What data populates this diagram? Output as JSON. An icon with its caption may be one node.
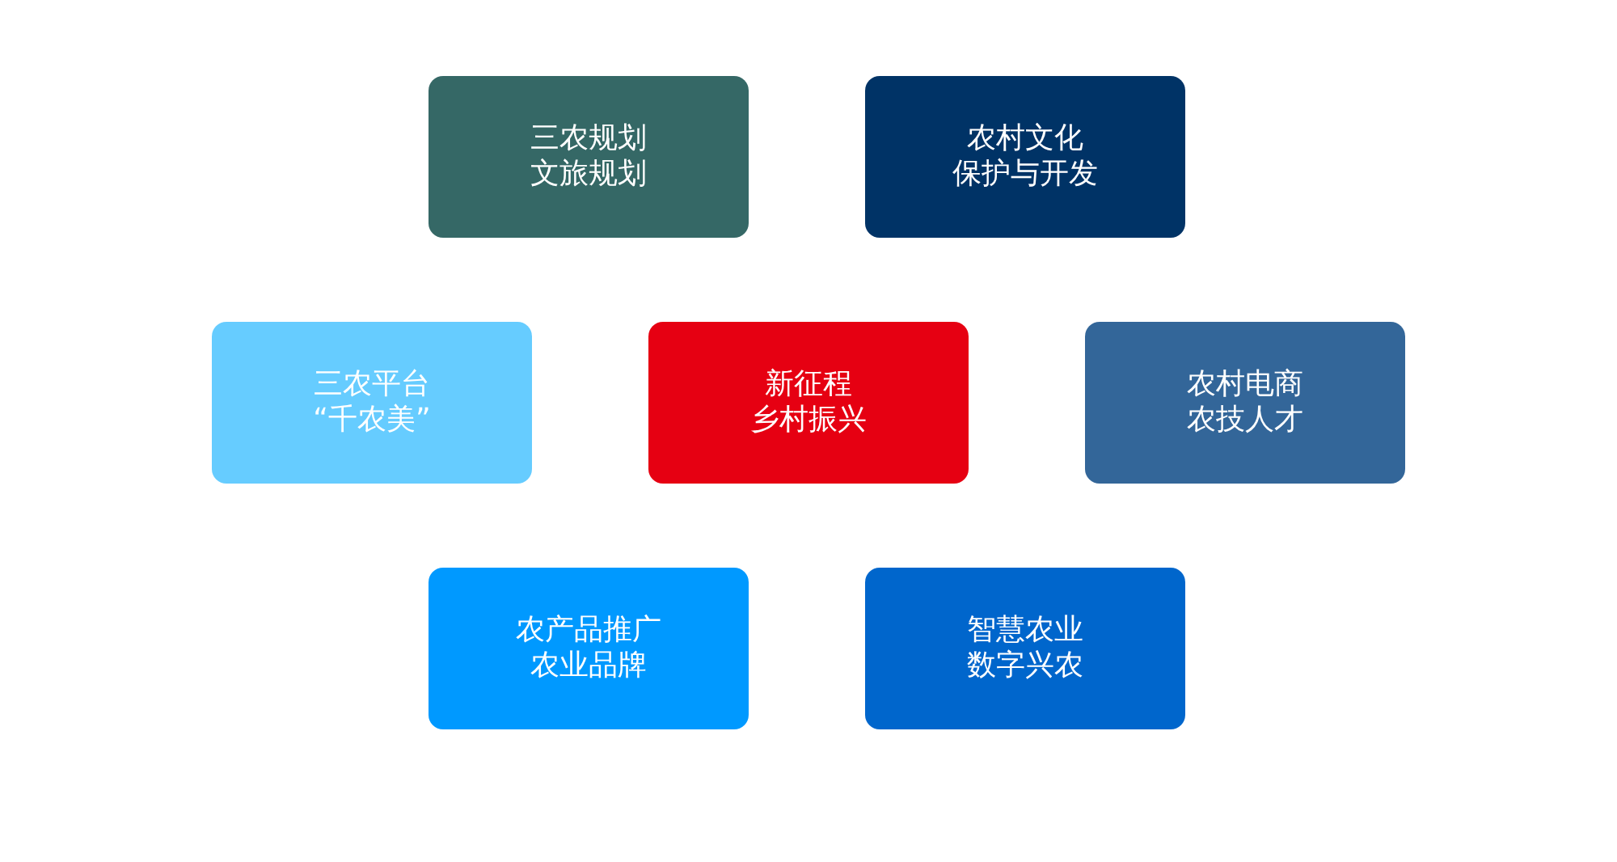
{
  "diagram": {
    "nodes": [
      {
        "text": [
          "三农规划",
          "文旅规划"
        ]
      },
      {
        "text": [
          "农村文化",
          "保护与开发"
        ]
      },
      {
        "text": [
          "三农平台",
          "“千农美”"
        ]
      },
      {
        "text": [
          "新征程",
          "乡村振兴"
        ]
      },
      {
        "text": [
          "农村电商",
          "农技人才"
        ]
      },
      {
        "text": [
          "农产品推广",
          "农业品牌"
        ]
      },
      {
        "text": [
          "智慧农业",
          "数字兴农"
        ]
      }
    ]
  }
}
